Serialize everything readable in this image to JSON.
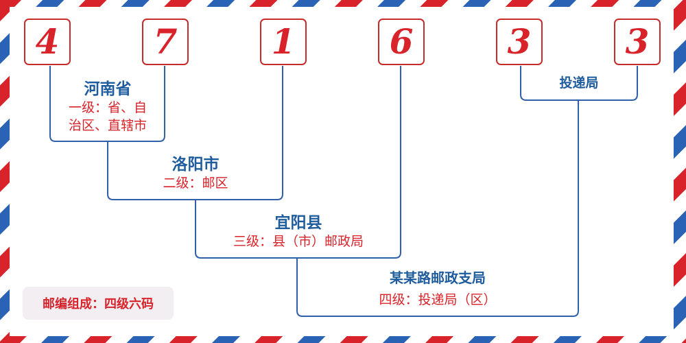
{
  "digits": [
    "4",
    "7",
    "1",
    "6",
    "3",
    "3"
  ],
  "levels": [
    {
      "name": "河南省",
      "desc_line1": "一级：省、自",
      "desc_line2": "治区、直辖市"
    },
    {
      "name": "洛阳市",
      "desc": "二级：邮区"
    },
    {
      "name": "宜阳县",
      "desc": "三级：县（市）邮政局"
    },
    {
      "name": "某某路邮政支局",
      "desc": "四级：投递局（区）"
    }
  ],
  "delivery_office": "投递局",
  "footer_label": "邮编组成：四级六码",
  "colors": {
    "red": "#d8232a",
    "blue": "#1f5c9e",
    "line": "#2f5fa8"
  }
}
